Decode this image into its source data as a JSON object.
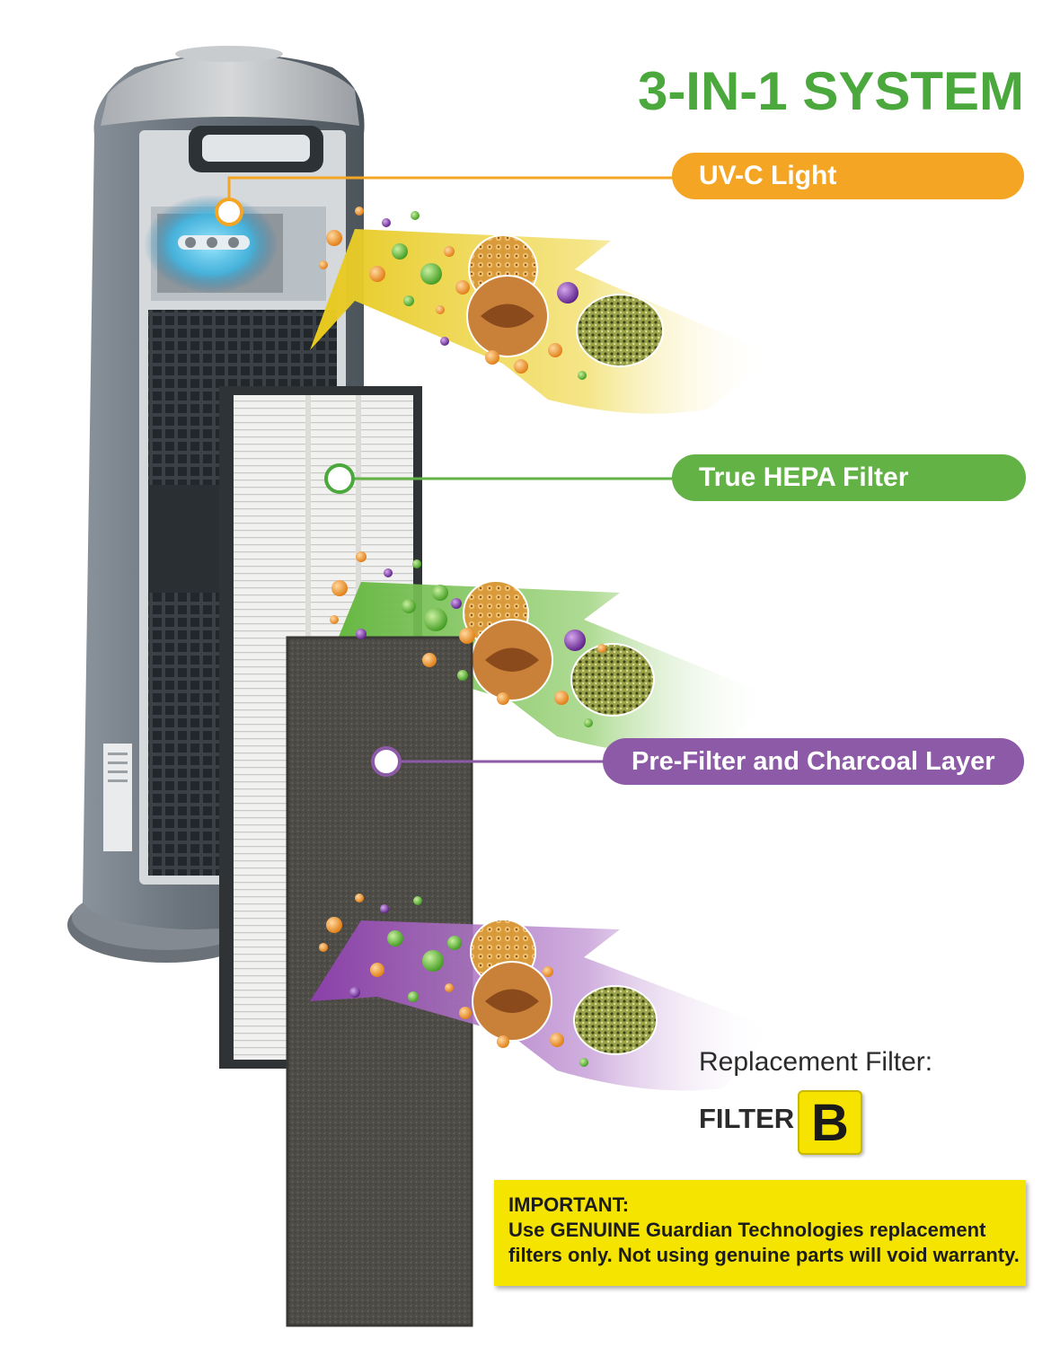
{
  "title": "3-IN-1 SYSTEM",
  "colors": {
    "title": "#4aa83c",
    "uvc": "#f5a524",
    "hepa": "#62b245",
    "prefilter": "#8c5aa6",
    "notice": "#f5e300",
    "unit_body": "#5c6670"
  },
  "labels": {
    "uvc": "UV-C Light",
    "hepa": "True HEPA Filter",
    "prefilter": "Pre-Filter and Charcoal Layer"
  },
  "replacement": {
    "heading": "Replacement Filter:",
    "filter_word": "FILTER",
    "filter_letter": "B"
  },
  "notice": {
    "heading": "IMPORTANT:",
    "line1": "Use GENUINE Guardian Technologies replacement",
    "line2": "filters only. Not using genuine parts will void warranty."
  },
  "icons": [
    "air-purifier-tower",
    "hepa-filter-panel",
    "charcoal-prefilter-panel",
    "particle-flow-arrow",
    "uv-lamp"
  ]
}
